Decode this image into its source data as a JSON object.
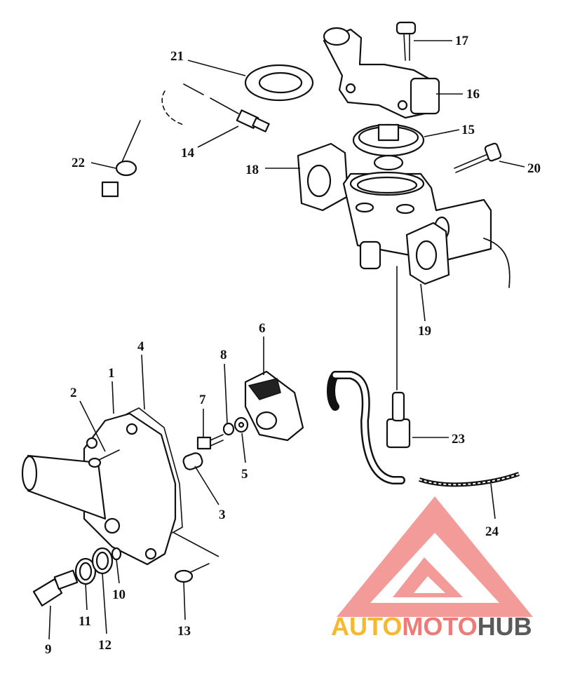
{
  "callouts": {
    "c1": "1",
    "c2": "2",
    "c3": "3",
    "c4": "4",
    "c5": "5",
    "c6": "6",
    "c7": "7",
    "c8": "8",
    "c9": "9",
    "c10": "10",
    "c11": "11",
    "c12": "12",
    "c13": "13",
    "c14": "14",
    "c15": "15",
    "c16": "16",
    "c17": "17",
    "c18": "18",
    "c19": "19",
    "c20": "20",
    "c21": "21",
    "c22": "22",
    "c23": "23",
    "c24": "24"
  },
  "watermark": {
    "part1": "AUTO",
    "part2": "MOTO",
    "part3": "HUB",
    "color_orange": "#f5b82e",
    "color_red": "#f07a78",
    "color_gray": "#5a5a5a"
  }
}
